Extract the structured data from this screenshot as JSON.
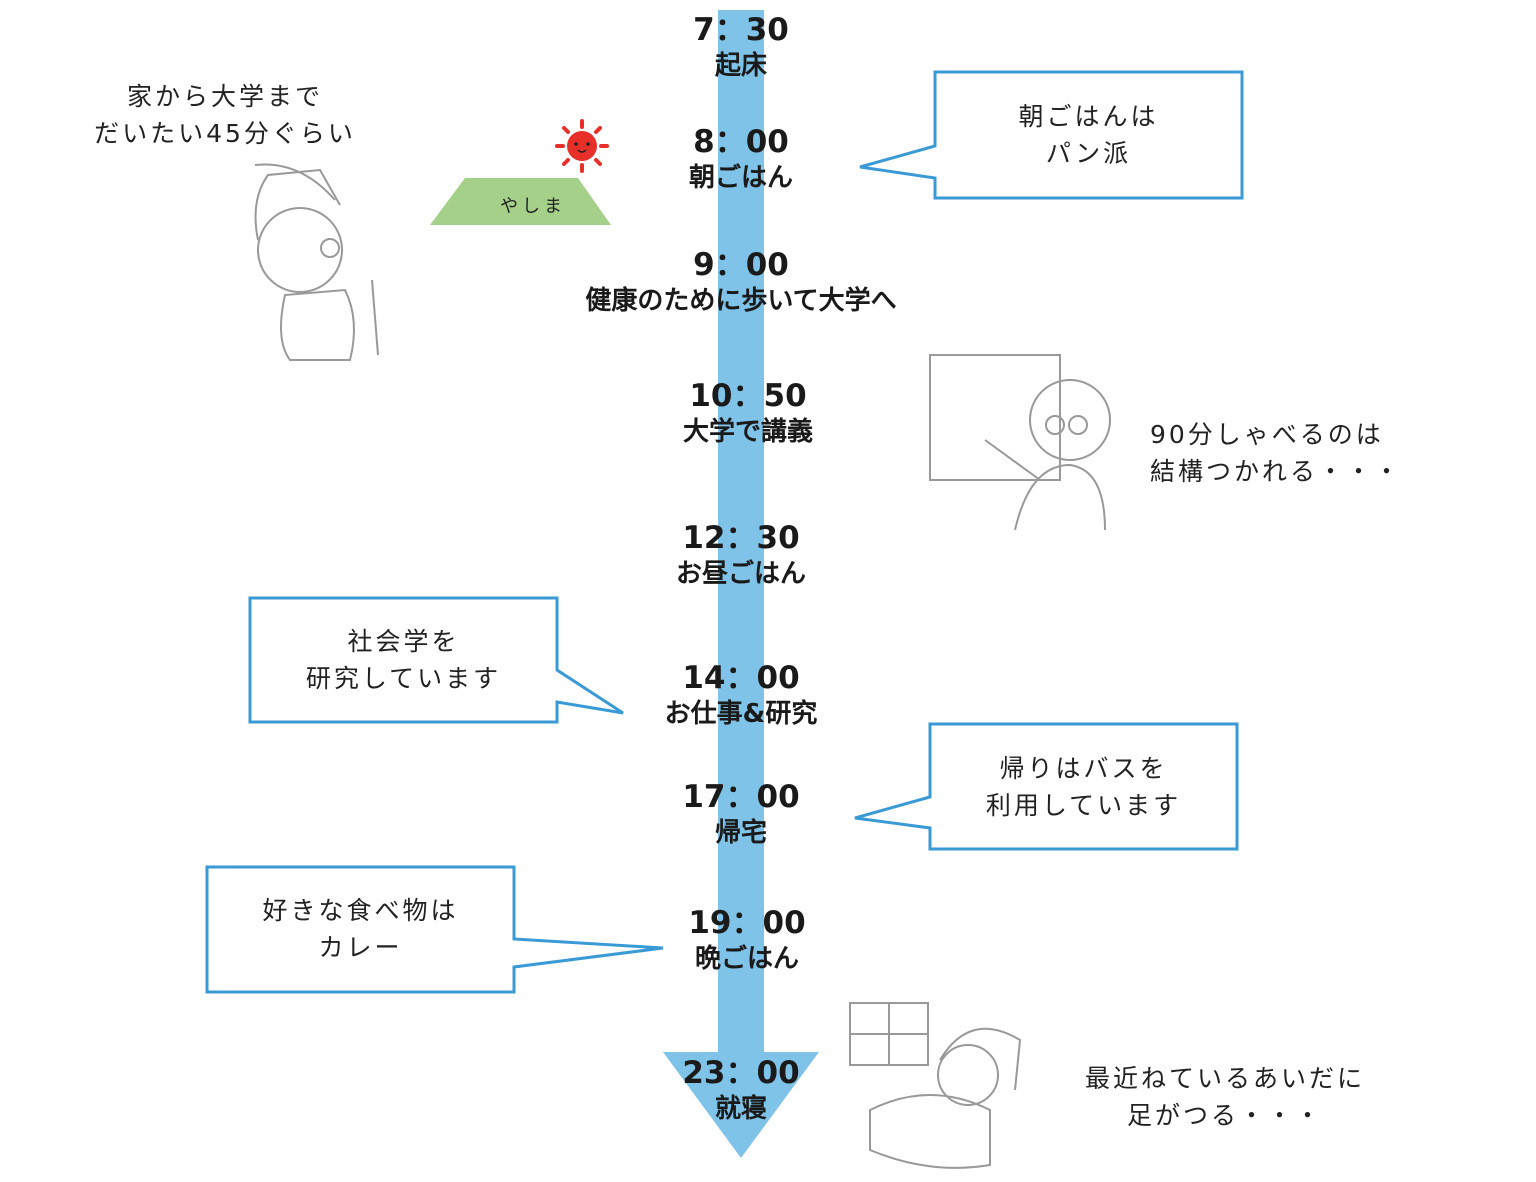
{
  "colors": {
    "arrow": "#7fc3e8",
    "box_border": "#3a9ad6",
    "mountain": "#a5d08a",
    "sun": "#e8302a"
  },
  "timeline": [
    {
      "time": "7：30",
      "label": "起床"
    },
    {
      "time": "8：00",
      "label": "朝ごはん"
    },
    {
      "time": "9：00",
      "label": "健康のために歩いて大学へ"
    },
    {
      "time": "10：50",
      "label": "大学で講義"
    },
    {
      "time": "12：30",
      "label": "お昼ごはん"
    },
    {
      "time": "14：00",
      "label": "お仕事&研究"
    },
    {
      "time": "17：00",
      "label": "帰宅"
    },
    {
      "time": "19：00",
      "label": "晩ごはん"
    },
    {
      "time": "23：00",
      "label": "就寝"
    }
  ],
  "callouts": [
    {
      "line1": "朝ごはんは",
      "line2": "パン派"
    },
    {
      "line1": "社会学を",
      "line2": "研究しています"
    },
    {
      "line1": "帰りはバスを",
      "line2": "利用しています"
    },
    {
      "line1": "好きな食べ物は",
      "line2": "カレー"
    }
  ],
  "notes": [
    {
      "line1": "家から大学まで",
      "line2": "だいたい45分ぐらい"
    },
    {
      "line1": "90分しゃべるのは",
      "line2": "結構つかれる・・・"
    },
    {
      "line1": "最近ねているあいだに",
      "line2": "足がつる・・・"
    }
  ],
  "mountain_label": "やしま"
}
